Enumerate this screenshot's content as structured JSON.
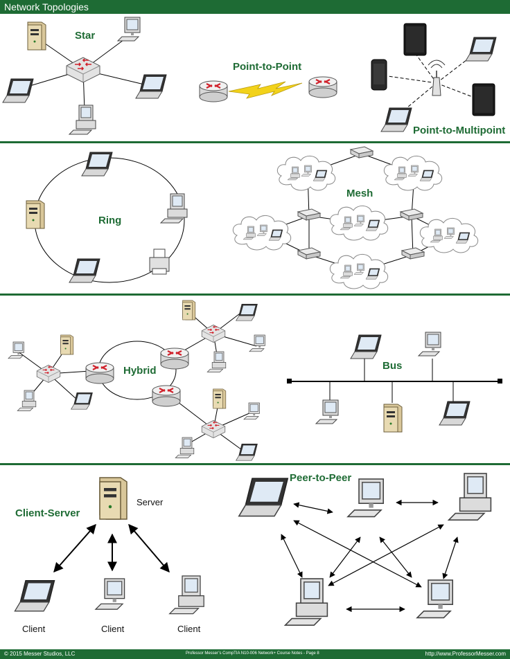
{
  "header": {
    "title": "Network Topologies"
  },
  "sections": {
    "star": "Star",
    "point_to_point": "Point-to-Point",
    "point_to_multipoint": "Point-to-Multipoint",
    "ring": "Ring",
    "mesh": "Mesh",
    "hybrid": "Hybrid",
    "bus": "Bus",
    "client_server": "Client-Server",
    "peer_to_peer": "Peer-to-Peer"
  },
  "client_server": {
    "server_label": "Server",
    "client_labels": [
      "Client",
      "Client",
      "Client"
    ]
  },
  "footer": {
    "copyright": "© 2015 Messer Studios, LLC",
    "course": "Professor Messer’s CompTIA N10-006 Network+ Course Notes - Page 8",
    "url": "http://www.ProfessorMesser.com"
  },
  "colors": {
    "brand": "#1e6b34",
    "accent": "#f2d21a"
  }
}
